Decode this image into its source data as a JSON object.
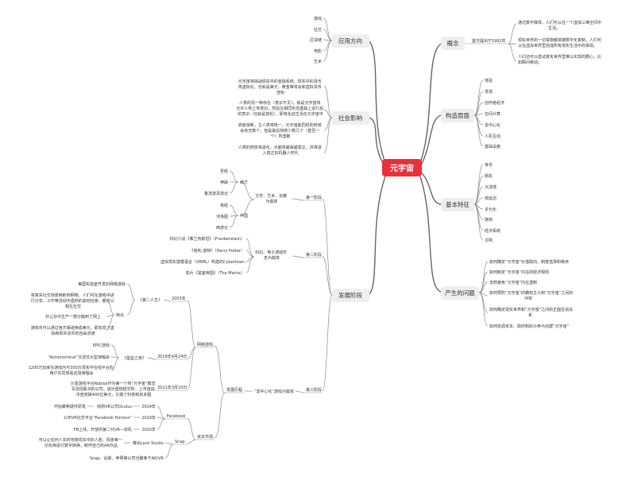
{
  "root": "元宇宙",
  "right": {
    "concept": {
      "label": "概念",
      "sub": "首次提出于1992年",
      "notes": [
        "通过数字媒体，人们可以在一个虚拟三维空间中生活。",
        "现实世界的一切事物都将被数字化复制，人们可以在虚拟世界里完成所有现实生活中的事情。",
        "人们还可以尝试真实世界里难以实现的野心，比如瞬间移动。"
      ]
    },
    "layers": {
      "label": "构造层面",
      "items": [
        "体验",
        "发现",
        "创作者经济",
        "空间计算",
        "去中心化",
        "人机互动",
        "基础设施"
      ]
    },
    "features": {
      "label": "基本特征",
      "items": [
        "身份",
        "朋友",
        "沉浸感",
        "低延迟",
        "多元化",
        "随地",
        "经济系统",
        "文明"
      ]
    },
    "problems": {
      "label": "产生的问题",
      "items": [
        "如何确定“元宇宙”价值取向、制度选择和秩序",
        "如何制定“元宇宙”内在的经济规则",
        "怎样避免“元宇宙”内在垄断",
        "如何预防“元宇宙”的霸权主义和“元宇宙”之间的冲突",
        "如何确定现实世界和“元宇宙”之间的正面互动关系",
        "如何协调资本、政府和民众参与创建“元宇宙”"
      ]
    }
  },
  "left": {
    "application": {
      "label": "应用方向",
      "items": [
        "游戏",
        "社交",
        "区块链",
        "电影",
        "艺术"
      ]
    },
    "impact": {
      "label": "社会影响",
      "items": [
        "元宇宙将挑战现实中的金融系统、现实中的货币将虚拟化、也就是美元、黄金等将会和虚拟货币挂钩",
        "人类的另一种存在（意识不灭），就是元宇宙将允许人类上传意识，然后在相同形态基础上进行后的意识（也就是挂机），即将永远生活在元宇宙中",
        "高度渐新，主人类将统一，元宇宙能同时的时候会有无数个，但是最后将统少数几个（甚至一个）所垄断",
        "人类的肉体将退化，大脑将越来越发达，并将进入真正的机器人时代"
      ]
    },
    "development": {
      "label": "发展阶段",
      "stage1": {
        "label": "第一阶段",
        "desc": "文学、艺术、宗教为载体",
        "groups": [
          {
            "label": "西方",
            "items": [
              "圣经",
              "神曲",
              "鲁滨逊漂流记"
            ]
          },
          {
            "label": "中国",
            "items": [
              "易经",
              "河洛图",
              "西游记"
            ]
          }
        ]
      },
      "stage2": {
        "label": "第二阶段",
        "desc": "科幻、电子游戏形态为载体",
        "items": [
          "科幻小说《弗兰肯斯坦》（Frankenstein）",
          "《哈利·波特》（Harry Potter）",
          "虚拟现实建模语言（VRML）构建的Cybertown",
          "影片《黑客帝国》（The Matrix）"
        ]
      },
      "stage3": {
        "label": "第三阶段",
        "desc": "“非中心化”游戏为载体",
        "history": {
          "label": "发展历程",
          "online_games": {
            "label": "网络游戏",
            "y2003": {
              "label": "2003年",
              "game": "《第二人生》",
              "first": "美国实验室开发的网络游戏",
              "features_label": "特点",
              "features": [
                "将真实社交场景映射到网络，人们可在游戏中进行分享、工作等活动中遇到的其他玩家，都可以相互社交",
                "并让非中生产一部分搬到了网上",
                "游戏币可以通过官方渠道换成美元，即实现了虚拟和现实货币的自由流通"
              ]
            },
            "y2019": {
              "label": "2019年4月24日",
              "game": "《堡垒之夜》",
              "items": [
                "EPIC游戏",
                "“Astronomical”沉浸式大型演唱会",
                "1200万玩家在游戏内与300万现实中在线平台的用户共同观看这场演唱会"
              ]
            },
            "y2021": {
              "label": "2021年3月10日",
              "text": "沙盒游戏平台Roblox作为第一个将“元宇宙”概念写进招股书的公司，成功登陆纽交所，上市首日市值突破400亿美元，引爆了科技和资本圈"
            }
          },
          "capital": {
            "label": "资本市场",
            "facebook": {
              "label": "Facebook",
              "rows": [
                {
                  "text": "开始聚焦硬件研发",
                  "sub": "收购VR公司Oculus",
                  "year": "2014年"
                },
                {
                  "text": "公布VR社交平台“Facebook Horizon”",
                  "year": "2019年"
                },
                {
                  "text": "FB上线，开放所第二代VR—体机",
                  "year": "2020年"
                }
              ]
            },
            "snap": {
              "label": "Snap",
              "studio": "推出Lens Studio",
              "studio_desc": "可以让任何人实时地将现实中的人脸、风景等一切东西进行数字转换，制作自己的AR作品",
              "ar": "Snap、谷歌、苹果等公司也聚焦于AR/VR"
            }
          }
        }
      }
    }
  },
  "colors": {
    "root_bg": "#e8303a",
    "main_box": "#eeeeee",
    "line": "#8a8a8a"
  }
}
